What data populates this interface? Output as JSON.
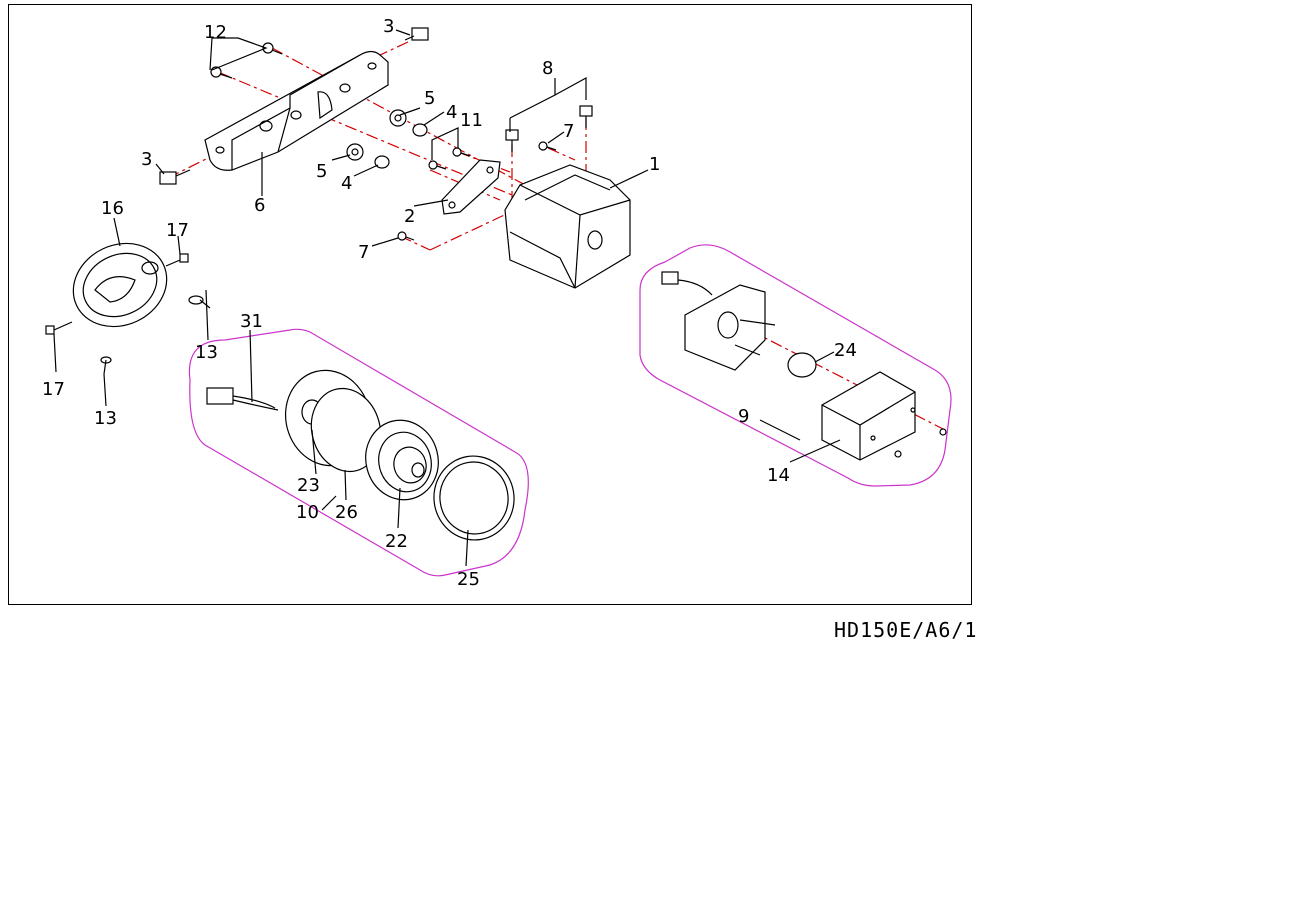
{
  "diagram": {
    "caption": "HD150E/A6/1",
    "callouts": {
      "c1": "1",
      "c2": "2",
      "c3a": "3",
      "c3b": "3",
      "c4a": "4",
      "c4b": "4",
      "c5a": "5",
      "c5b": "5",
      "c6": "6",
      "c7a": "7",
      "c7b": "7",
      "c8": "8",
      "c9": "9",
      "c10": "10",
      "c11": "11",
      "c12": "12",
      "c13a": "13",
      "c13b": "13",
      "c14": "14",
      "c16": "16",
      "c17a": "17",
      "c17b": "17",
      "c22": "22",
      "c23": "23",
      "c24": "24",
      "c25": "25",
      "c26": "26",
      "c31": "31"
    },
    "colors": {
      "assembly_line": "#d40000",
      "group_outline": "#cc33cc",
      "ink": "#000000"
    }
  }
}
